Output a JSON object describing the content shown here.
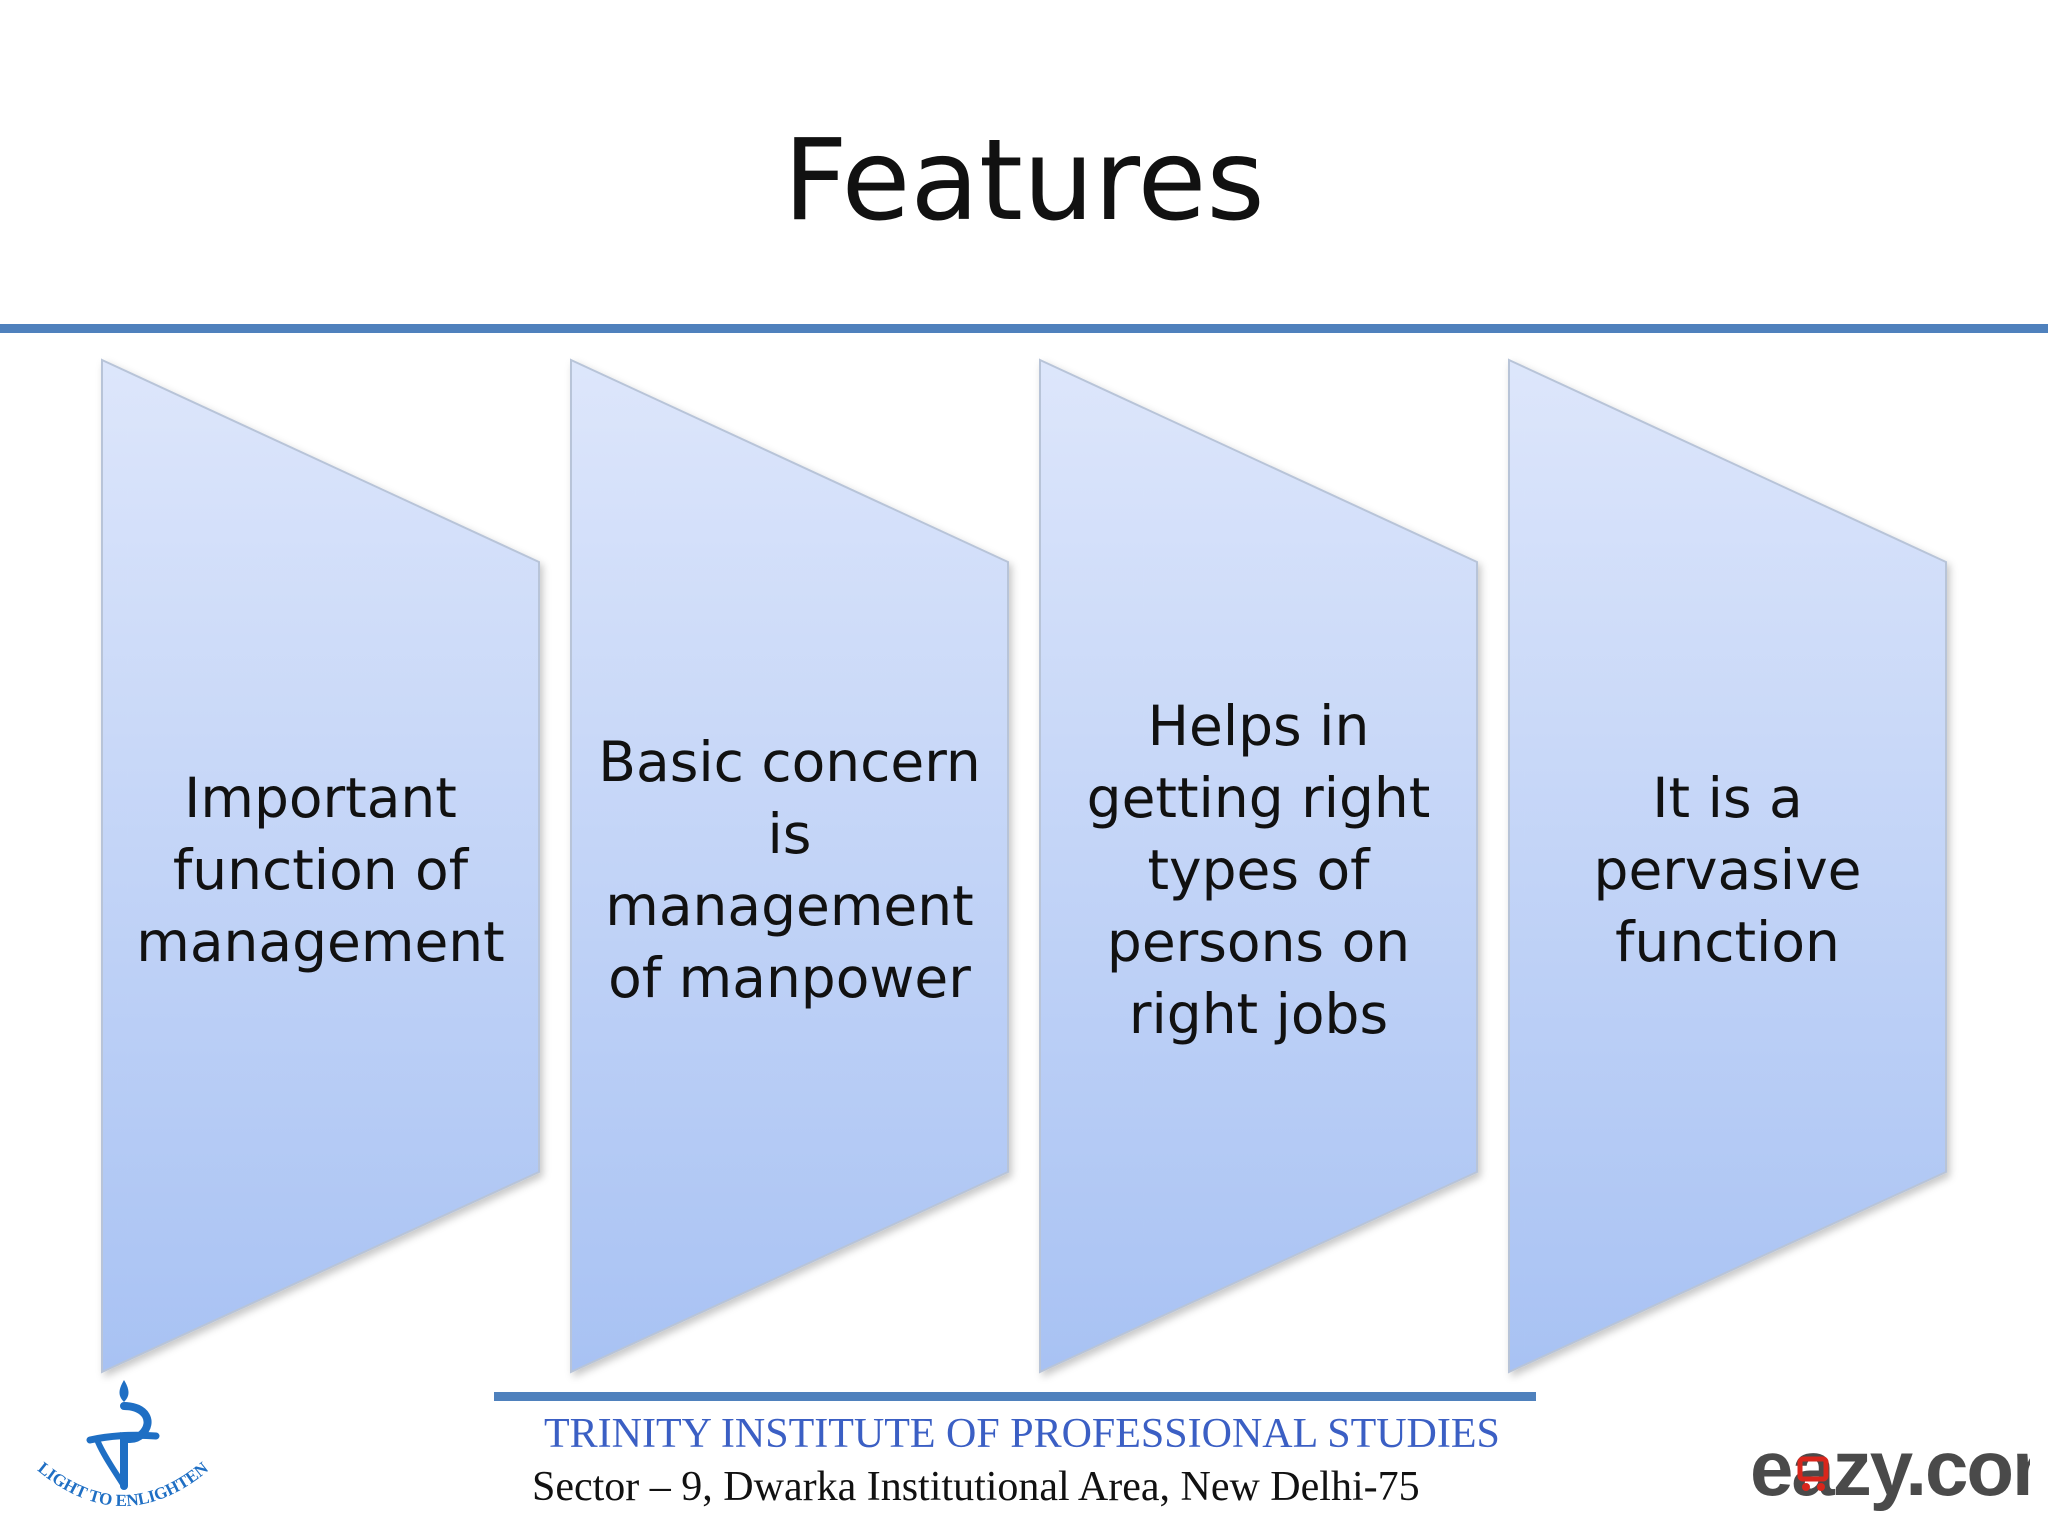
{
  "slide": {
    "title": "Features",
    "boxes": [
      {
        "label": "Important\nfunction of\nmanagement"
      },
      {
        "label": "Basic concern\nis\nmanagement\nof manpower"
      },
      {
        "label": "Helps in\ngetting right\ntypes of\npersons on\nright jobs"
      },
      {
        "label": "It is a\npervasive\nfunction"
      }
    ]
  },
  "footer": {
    "institute": "TRINITY INSTITUTE OF PROFESSIONAL STUDIES",
    "address": "Sector – 9, Dwarka Institutional Area, New Delhi-75"
  },
  "logos": {
    "left_logo_text": "LIGHT TO ENLIGHTEN",
    "right_logo_text": "eazy.com"
  },
  "colors": {
    "accent_rule": "#4f81bd",
    "shape_fill_top": "#dde6fb",
    "shape_fill_bottom": "#a8c2f3",
    "institute_text": "#3b5fc4"
  }
}
